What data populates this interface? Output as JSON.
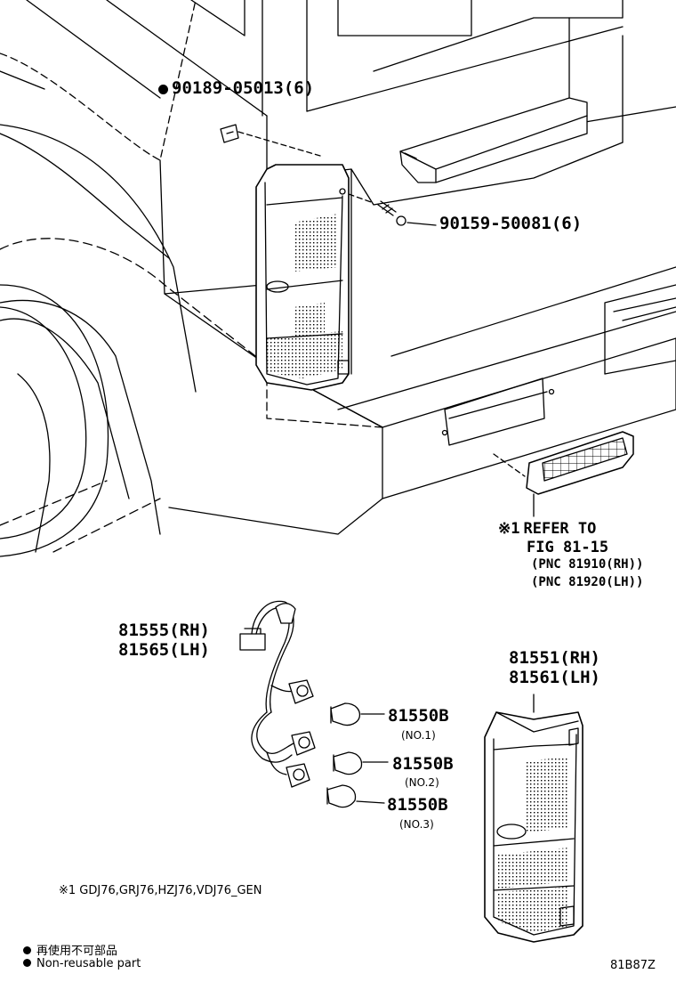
{
  "callouts": {
    "clip": {
      "mark": "●",
      "part": "90189-05013(6)"
    },
    "screw": "90159-50081(6)",
    "refer": {
      "mark": "※1",
      "line1": "REFER TO",
      "line2": "FIG 81-15",
      "line3": "(PNC 81910(RH))",
      "line4": "(PNC 81920(LH))"
    },
    "socket_wire": {
      "rh": "81555(RH)",
      "lh": "81565(LH)"
    },
    "lens": {
      "rh": "81551(RH)",
      "lh": "81561(LH)"
    },
    "bulbs": [
      {
        "part": "81550B",
        "note": "(NO.1)"
      },
      {
        "part": "81550B",
        "note": "(NO.2)"
      },
      {
        "part": "81550B",
        "note": "(NO.3)"
      }
    ]
  },
  "footnote": "※1 GDJ76,GRJ76,HZJ76,VDJ76_GEN",
  "legend": {
    "non_reusable_jp": "再使用不可部品",
    "non_reusable_en": "Non-reusable part"
  },
  "figure_code": "81B87Z"
}
